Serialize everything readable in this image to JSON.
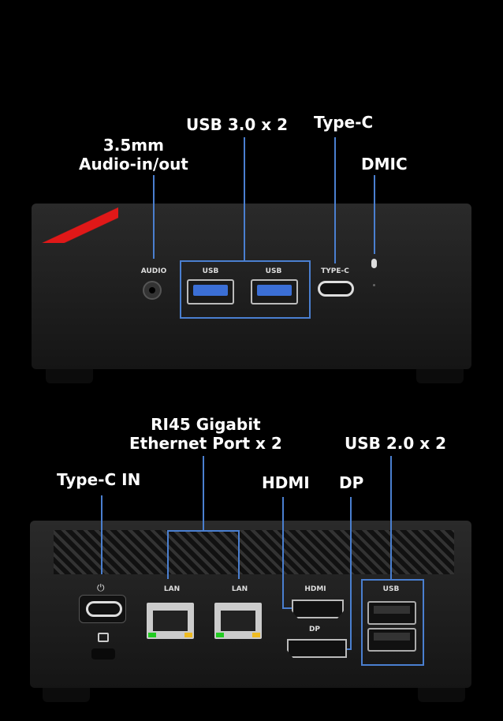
{
  "front_callouts": {
    "audio": [
      "3.5mm",
      "Audio-in/out"
    ],
    "usb3": "USB 3.0 x 2",
    "typec": "Type-C",
    "dmic": "DMIC"
  },
  "front_port_labels": {
    "audio": "AUDIO",
    "usb1": "USB",
    "usb2": "USB",
    "typec": "TYPE-C"
  },
  "back_callouts": {
    "rj45": [
      "RI45 Gigabit",
      "Ethernet Port x 2"
    ],
    "usb2": "USB 2.0 x 2",
    "typec_in": "Type-C IN",
    "hdmi": "HDMI",
    "dp": "DP"
  },
  "back_port_labels": {
    "lan1": "LAN",
    "lan2": "LAN",
    "hdmi": "HDMI",
    "dp": "DP",
    "usb": "USB"
  },
  "colors": {
    "callout": "#4a7fd0",
    "accent": "#e01818",
    "usb3": "#3b6fd6"
  }
}
